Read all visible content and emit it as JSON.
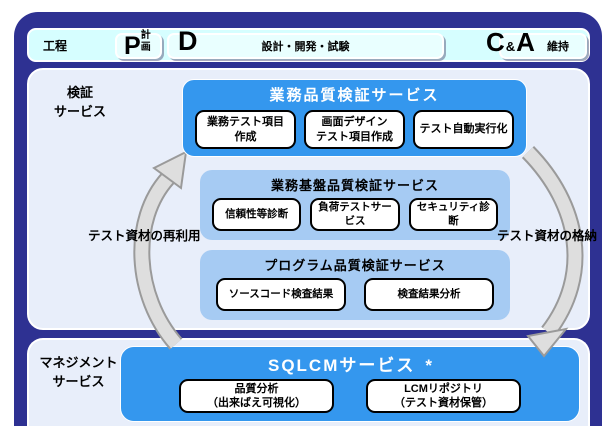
{
  "colors": {
    "frame_navy": "#2e3192",
    "bar_cyan": "#d6feff",
    "section_bg": "#e8eefa",
    "primary_blue": "#3497ee",
    "light_blue": "#a6cbf3",
    "arrow_gray": "#dedede"
  },
  "top_bar": {
    "process_label": "工程",
    "plan": {
      "letter": "P",
      "label": "計画"
    },
    "design": {
      "letter": "D",
      "label": "設計・開発・試験"
    },
    "check_act": {
      "letter_c": "C",
      "amp": "&",
      "letter_a": "A",
      "label": "維持"
    }
  },
  "verification": {
    "side_label_line1": "検証",
    "side_label_line2": "サービス",
    "groups": [
      {
        "title": "業務品質検証サービス",
        "items": [
          "業務テスト項目\n作成",
          "画面デザイン\nテスト項目作成",
          "テスト自動実行化"
        ]
      },
      {
        "title": "業務基盤品質検証サービス",
        "items": [
          "信頼性等診断",
          "負荷テストサービス",
          "セキュリティ診断"
        ]
      },
      {
        "title": "プログラム品質検証サービス",
        "items": [
          "ソースコード検査結果",
          "検査結果分析"
        ]
      }
    ]
  },
  "management": {
    "side_label_line1": "マネジメント",
    "side_label_line2": "サービス",
    "title": "SQLCMサービス",
    "title_suffix": "*",
    "items": [
      "品質分析\n（出来ばえ可視化）",
      "LCMリポジトリ\n（テスト資材保管）"
    ]
  },
  "arrows": {
    "reuse_label": "テスト資材の再利用",
    "store_label": "テスト資材の格納"
  }
}
